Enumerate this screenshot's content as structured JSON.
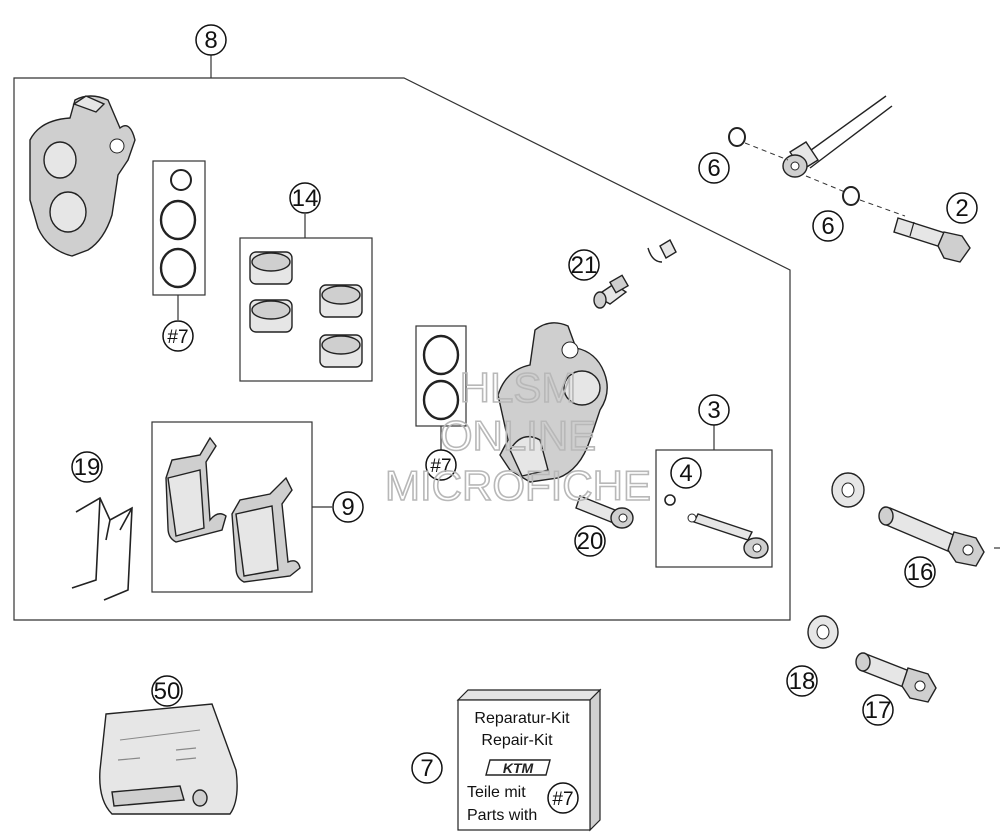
{
  "callouts": {
    "c8": "8",
    "c14": "14",
    "c7a": "#7",
    "c7b": "#7",
    "c19": "19",
    "c9": "9",
    "c21": "21",
    "c3": "3",
    "c4": "4",
    "c20": "20",
    "c6a": "6",
    "c6b": "6",
    "c2": "2",
    "c16": "16",
    "c18": "18",
    "c17": "17",
    "c50": "50",
    "c7": "7"
  },
  "kit_label": {
    "line1": "Reparatur-Kit",
    "line2": "Repair-Kit",
    "logo": "KTM",
    "line3": "Teile mit",
    "line4": "Parts with",
    "ref": "#7"
  },
  "watermark": {
    "line1": "HLSM",
    "line2": "ONLINE",
    "line3": "MICROFICHE"
  }
}
